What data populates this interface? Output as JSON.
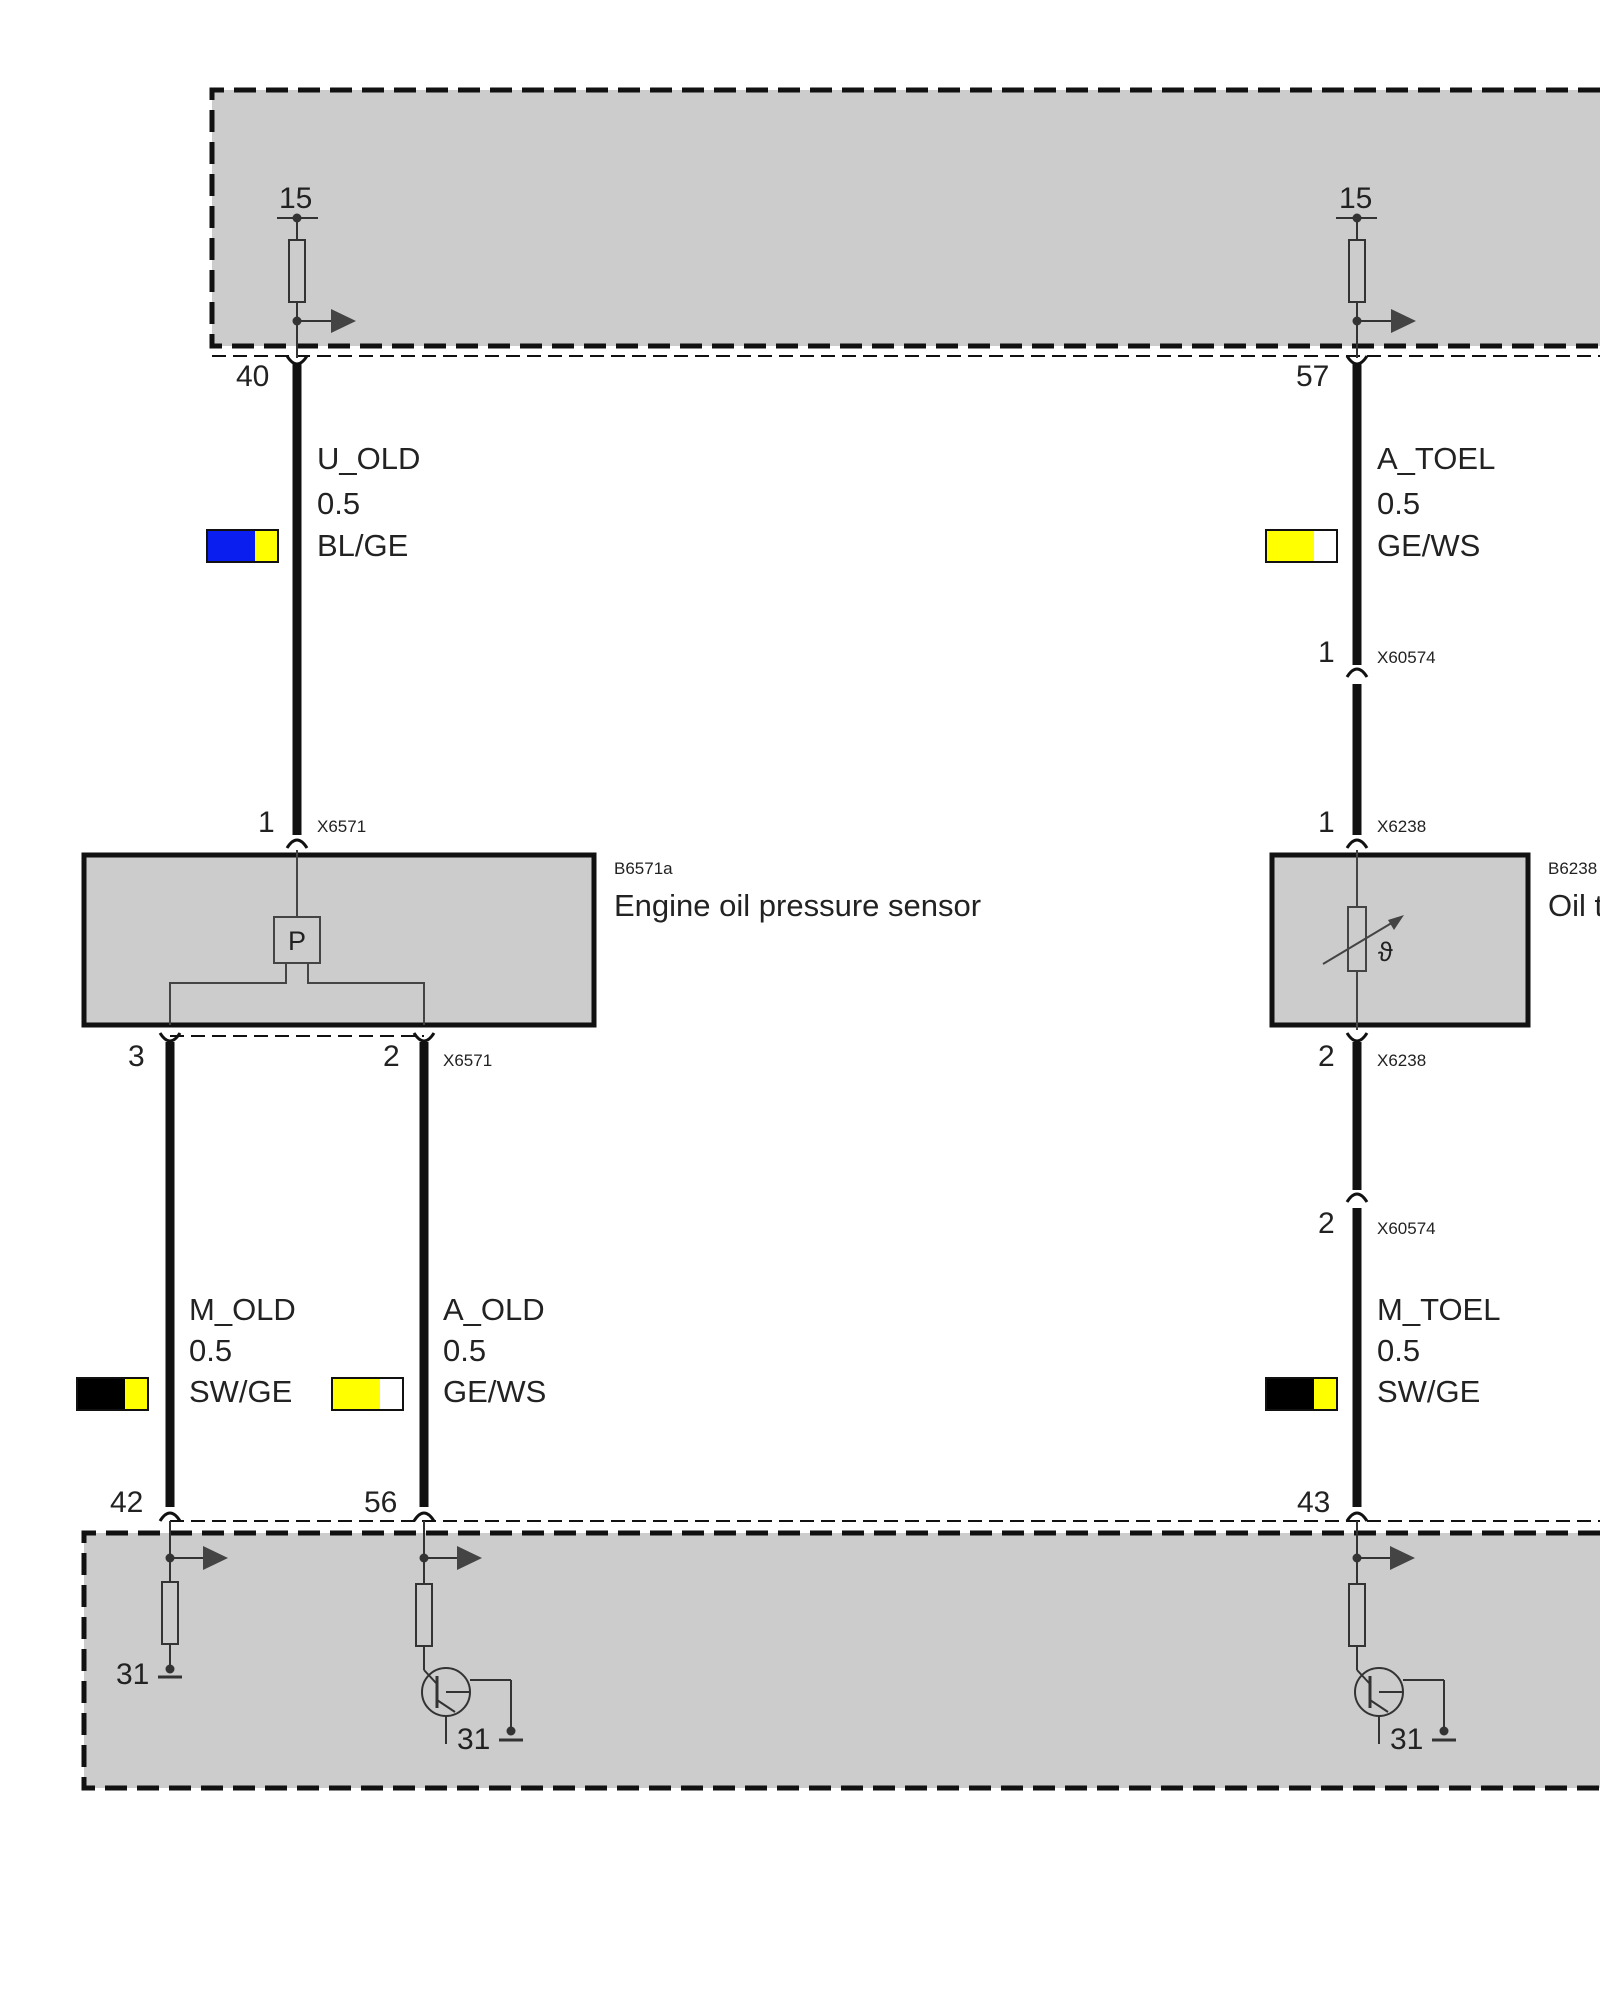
{
  "top_module": {
    "left_terminal": "15",
    "right_terminal": "15"
  },
  "wires": {
    "u_old": {
      "pin_top": "40",
      "name": "U_OLD",
      "gauge": "0.5",
      "color_code": "BL/GE",
      "colors": [
        "#0a1ef0",
        "#ffff00"
      ]
    },
    "a_toel": {
      "pin_top": "57",
      "name": "A_TOEL",
      "gauge": "0.5",
      "color_code": "GE/WS",
      "colors": [
        "#ffff00",
        "#ffffff"
      ]
    },
    "m_old": {
      "pin_bottom": "42",
      "name": "M_OLD",
      "gauge": "0.5",
      "color_code": "SW/GE",
      "colors": [
        "#000000",
        "#ffff00"
      ]
    },
    "a_old": {
      "pin_bottom": "56",
      "name": "A_OLD",
      "gauge": "0.5",
      "color_code": "GE/WS",
      "colors": [
        "#ffff00",
        "#ffffff"
      ]
    },
    "m_toel": {
      "pin_bottom": "43",
      "name": "M_TOEL",
      "gauge": "0.5",
      "color_code": "SW/GE",
      "colors": [
        "#000000",
        "#ffff00"
      ]
    }
  },
  "connectors": {
    "x60574_top": {
      "pin": "1",
      "id": "X60574"
    },
    "x6238_top": {
      "pin": "1",
      "id": "X6238"
    },
    "x6238_bottom": {
      "pin": "2",
      "id": "X6238"
    },
    "x60574_bottom": {
      "pin": "2",
      "id": "X60574"
    },
    "x6571_top": {
      "pin": "1",
      "id": "X6571"
    },
    "x6571_bottom": {
      "pin_left": "3",
      "pin_right": "2",
      "id": "X6571"
    }
  },
  "sensor_oil_pressure": {
    "code": "B6571a",
    "label": "Engine oil pressure sensor",
    "symbol_letter": "P"
  },
  "sensor_oil_temp": {
    "code": "B6238",
    "label_partial": "Oil t",
    "symbol_letter": "ϑ"
  },
  "bottom_module": {
    "ground_left": "31",
    "ground_middle": "31",
    "ground_right": "31"
  }
}
